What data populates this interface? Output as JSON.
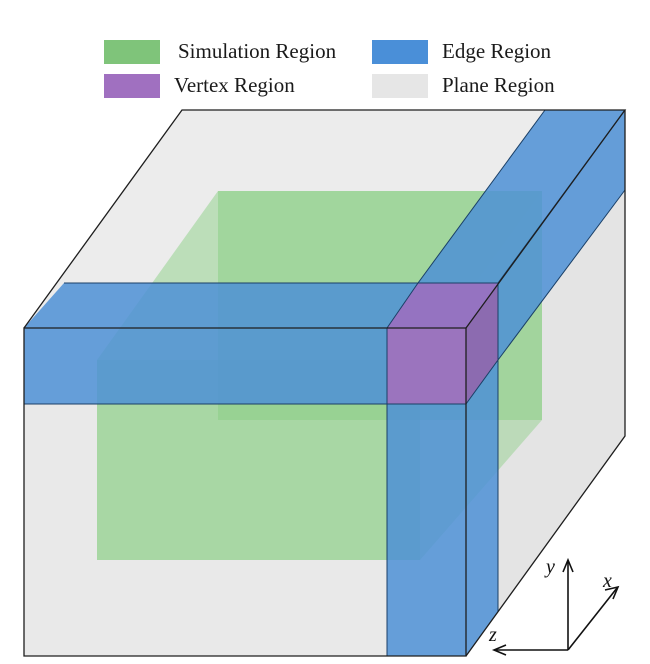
{
  "legend": [
    {
      "id": "simulation",
      "label": "Simulation Region",
      "color": "#7fc47a"
    },
    {
      "id": "edge",
      "label": "Edge Region",
      "color": "#4a8fd8"
    },
    {
      "id": "vertex",
      "label": "Vertex Region",
      "color": "#a070c0"
    },
    {
      "id": "plane",
      "label": "Plane Region",
      "color": "#e6e6e6"
    }
  ],
  "axes": {
    "x": "x",
    "y": "y",
    "z": "z"
  },
  "colors": {
    "plane": "#e9e9e9",
    "simulation": "#8ccf86",
    "edge": "#4e90d6",
    "vertex": "#9b6fc0",
    "outline": "#1e1e1e"
  }
}
